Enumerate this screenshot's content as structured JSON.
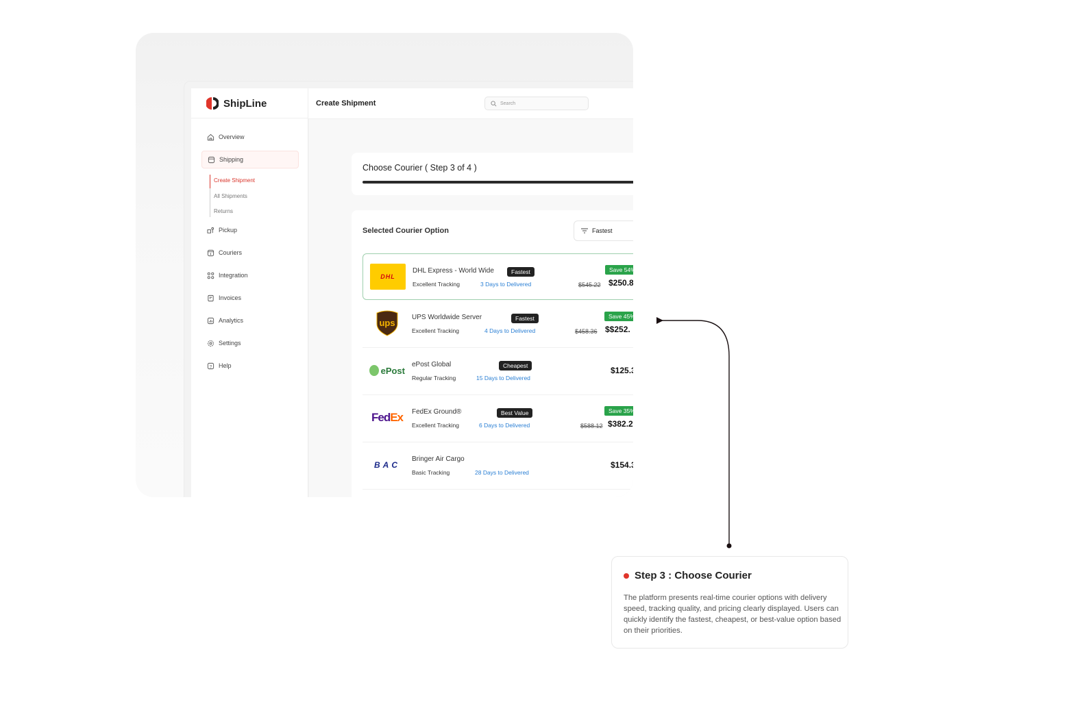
{
  "app": {
    "name": "ShipLine",
    "page_title": "Create Shipment",
    "search_placeholder": "Search"
  },
  "sidebar": {
    "items": [
      {
        "label": "Overview",
        "icon": "home-icon"
      },
      {
        "label": "Shipping",
        "icon": "package-icon",
        "active": true
      },
      {
        "label": "Pickup",
        "icon": "pickup-icon"
      },
      {
        "label": "Couriers",
        "icon": "courier-box-icon"
      },
      {
        "label": "Integration",
        "icon": "integration-icon"
      },
      {
        "label": "Invoices",
        "icon": "invoice-icon"
      },
      {
        "label": "Analytics",
        "icon": "analytics-icon"
      },
      {
        "label": "Settings",
        "icon": "gear-icon"
      },
      {
        "label": "Help",
        "icon": "help-icon"
      }
    ],
    "shipping_sub": [
      "Create Shipment",
      "All Shipments",
      "Returns"
    ]
  },
  "step": {
    "title": "Choose Courier ( Step 3 of 4 )",
    "progress_percent": 75
  },
  "options": {
    "title": "Selected Courier Option",
    "filter": "Fastest",
    "couriers": [
      {
        "name": "DHL Express - World Wide",
        "badge": "Fastest",
        "tracking": "Excellent Tracking",
        "days": "3 Days to Delivered",
        "save": "Save 54%",
        "old_price": "$545.22",
        "price": "$250.8",
        "logo": "DHL"
      },
      {
        "name": "UPS Worldwide Server",
        "badge": "Fastest",
        "tracking": "Excellent Tracking",
        "days": "4 Days to Delivered",
        "save": "Save 45%",
        "old_price": "$458.36",
        "price": "$$252.",
        "logo": "ups"
      },
      {
        "name": "ePost Global",
        "badge": "Cheapest",
        "tracking": "Regular Tracking",
        "days": "15 Days to Delivered",
        "price": "$125.3",
        "logo": "ePost"
      },
      {
        "name": "FedEx Ground®",
        "badge": "Best Value",
        "tracking": "Excellent Tracking",
        "days": "6 Days to Delivered",
        "save": "Save 35%",
        "old_price": "$588.12",
        "price": "$382.2",
        "logo": "FedEx"
      },
      {
        "name": "Bringer Air Cargo",
        "tracking": "Basic Tracking",
        "days": "28 Days to Delivered",
        "price": "$154.3",
        "logo": "BAC"
      }
    ]
  },
  "callout": {
    "title": "Step 3 : Choose Courier",
    "body": "The platform presents real-time courier options with delivery speed, tracking quality, and pricing clearly displayed. Users can quickly identify the fastest, cheapest, or best-value option based on their priorities."
  },
  "colors": {
    "accent": "#d9352b",
    "save": "#2aa34a",
    "link": "#2a7fd4"
  }
}
